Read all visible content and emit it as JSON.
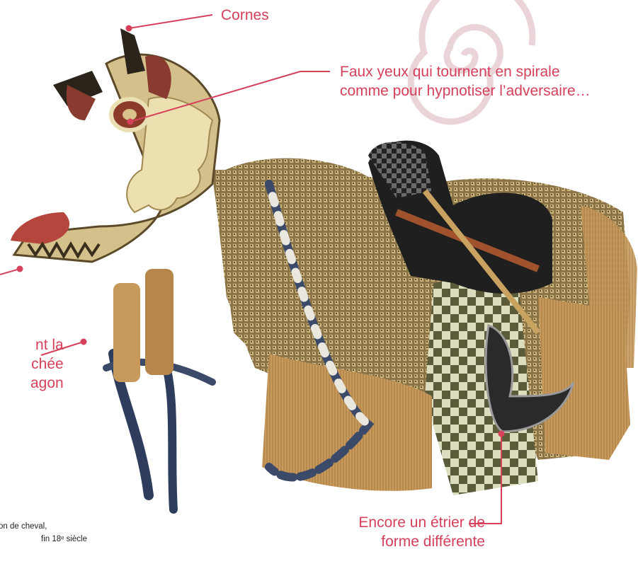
{
  "labels": {
    "horns": "Cornes",
    "eyes_line1": "Faux yeux qui tournent en spirale",
    "eyes_line2": "comme pour hypnotiser l’adversaire…",
    "mouth_line1": "nt la",
    "mouth_line2": "chée",
    "mouth_line3": "agon",
    "stirrup_line1": "Encore un étrier de",
    "stirrup_line2": "forme différente"
  },
  "caption": {
    "line1": "on de cheval,",
    "line2": "fin 18ᵉ siècle"
  },
  "colors": {
    "accent": "#d6405a",
    "spiral": "#e8cfd3",
    "background": "#ffffff"
  }
}
